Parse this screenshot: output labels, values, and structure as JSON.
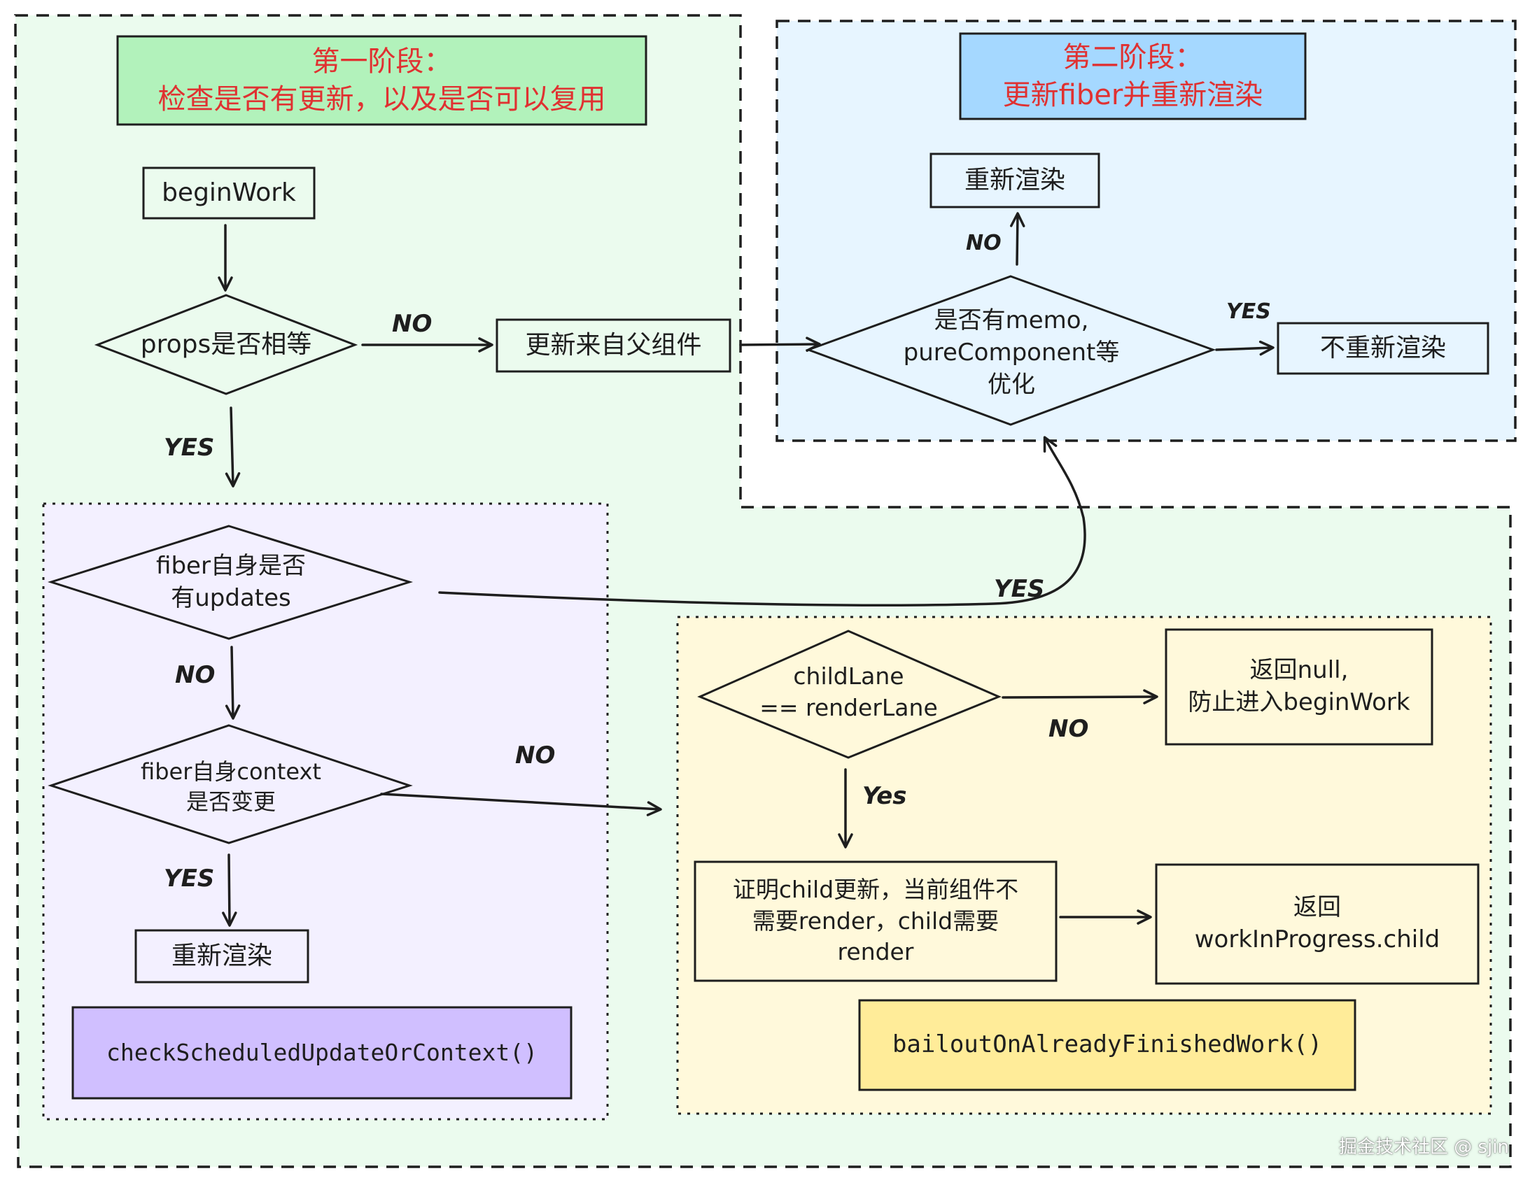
{
  "phase1_title": [
    "第一阶段：",
    "检查是否有更新，以及是否可以复用"
  ],
  "phase2_title": [
    "第二阶段：",
    "更新fiber并重新渲染"
  ],
  "nodes": {
    "begin_work": "beginWork",
    "props_equal": "props是否相等",
    "update_from_parent": "更新来自父组件",
    "memo_check": [
      "是否有memo,",
      "pureComponent等",
      "优化"
    ],
    "rerender_top": "重新渲染",
    "no_rerender": "不重新渲染",
    "fiber_updates": [
      "fiber自身是否",
      "有updates"
    ],
    "fiber_context": [
      "fiber自身context",
      "是否变更"
    ],
    "rerender_left": "重新渲染",
    "check_fn": "checkScheduledUpdateOrContext()",
    "child_lane": [
      "childLane",
      "== renderLane"
    ],
    "return_null": [
      "返回null,",
      "防止进入beginWork"
    ],
    "prove_child": [
      "证明child更新，当前组件不",
      "需要render，child需要",
      "render"
    ],
    "return_child": [
      "返回",
      "workInProgress.child"
    ],
    "bailout_fn": "bailoutOnAlreadyFinishedWork()"
  },
  "edge_labels": {
    "props_no": "NO",
    "props_yes": "YES",
    "memo_no": "NO",
    "memo_yes": "YES",
    "updates_yes": "YES",
    "updates_no": "NO",
    "context_no": "NO",
    "context_yes": "YES",
    "lane_no": "NO",
    "lane_yes": "Yes"
  },
  "watermark": "掘金技术社区 @ sjin",
  "colors": {
    "phase1_bg": "#ebfbee",
    "phase2_bg": "#e7f5ff",
    "purple_bg": "#f3f0ff",
    "yellow_bg": "#fff9db",
    "title1_fill": "#b2f2bb",
    "title2_fill": "#a5d8ff",
    "check_fill": "#d0bfff",
    "bailout_fill": "#ffec99",
    "title_text": "#e03131",
    "stroke": "#1e1e1e"
  }
}
